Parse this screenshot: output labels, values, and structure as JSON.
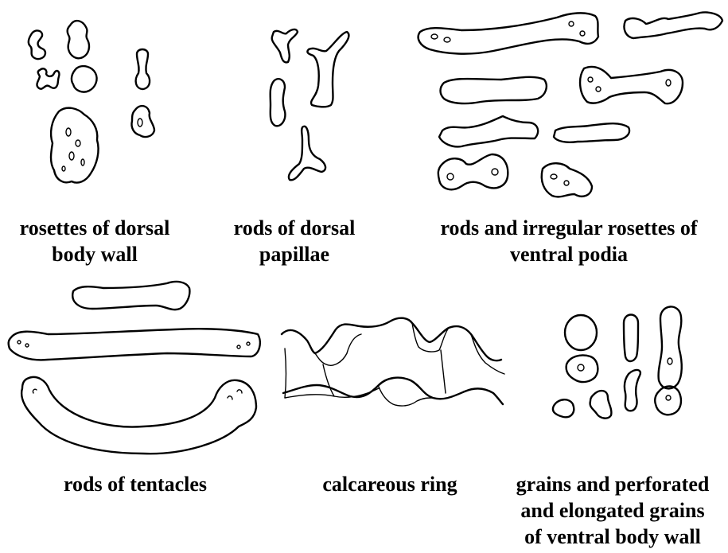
{
  "captions": {
    "rosettes_dorsal": [
      "rosettes of dorsal",
      "body wall"
    ],
    "rods_dorsal_papillae": [
      "rods of dorsal",
      "papillae"
    ],
    "rods_ventral_podia": [
      "rods and irregular rosettes of",
      "ventral podia"
    ],
    "rods_tentacles": [
      "rods of tentacles"
    ],
    "calcareous_ring": [
      "calcareous ring"
    ],
    "grains_ventral": [
      "grains and perforated",
      "and elongated grains",
      "of ventral body wall"
    ]
  }
}
